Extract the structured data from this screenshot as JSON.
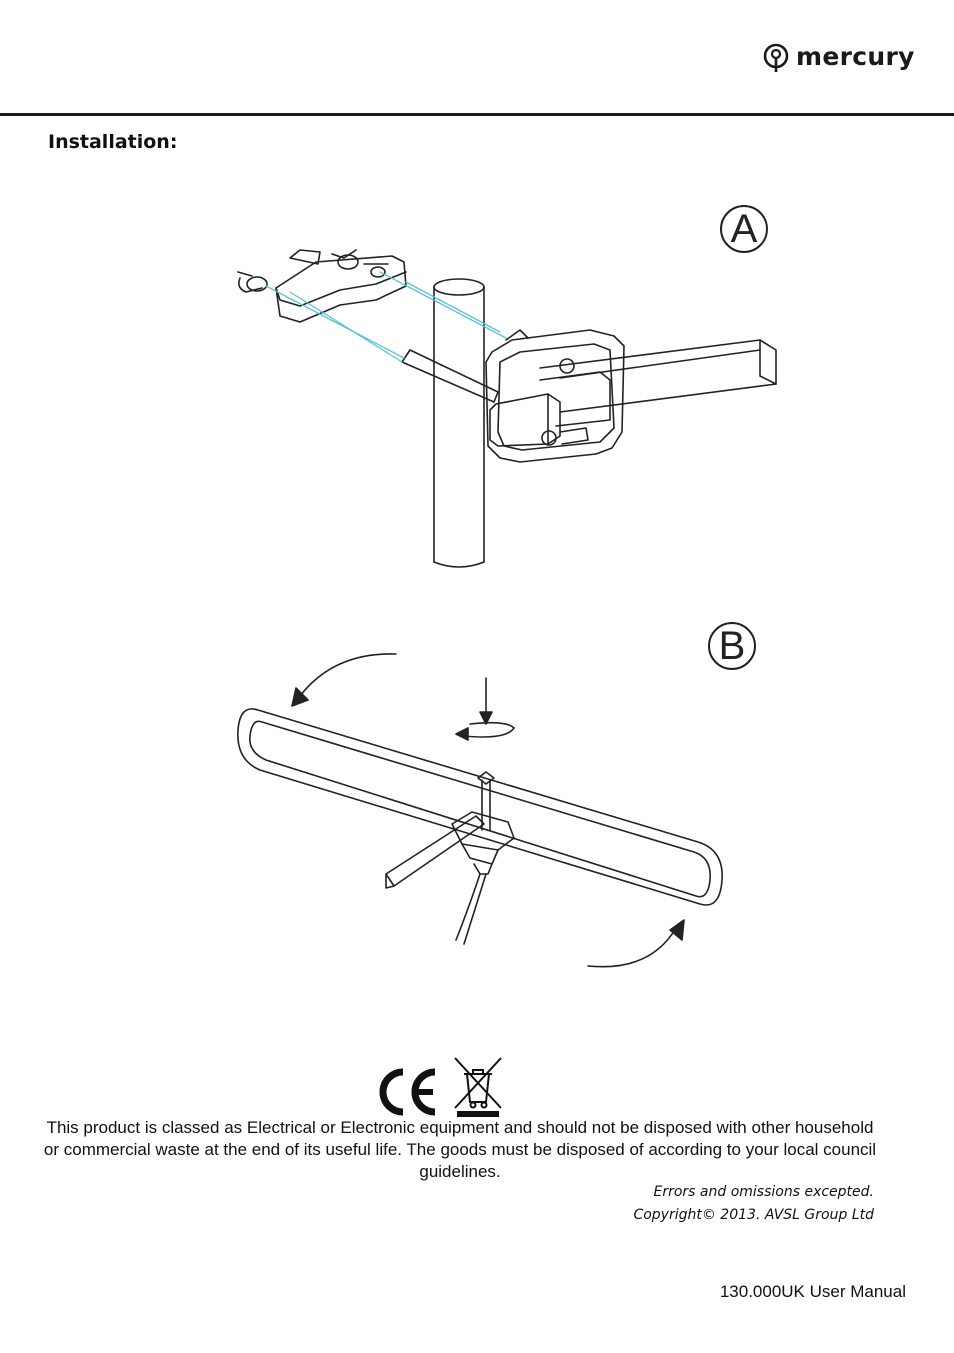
{
  "header": {
    "logo_text": "mercury",
    "icon": "mercury-logo-icon"
  },
  "section": {
    "title": "Installation:"
  },
  "figures": {
    "a_label": "A",
    "b_label": "B"
  },
  "compliance": {
    "ce_mark": "CE",
    "weee_icon": "crossed-out-bin-icon",
    "disposal_text": "This product is classed as Electrical or Electronic equipment and should not be disposed with other household or commercial waste at the end of its useful life. The goods must be disposed of according to your local council guidelines."
  },
  "disclaimer": {
    "errors": "Errors and omissions excepted.",
    "copyright": "Copyright© 2013. AVSL Group Ltd"
  },
  "footer": {
    "manual": "130.000UK User Manual"
  },
  "colors": {
    "line": "#222222",
    "guide": "#5bc3d8"
  }
}
